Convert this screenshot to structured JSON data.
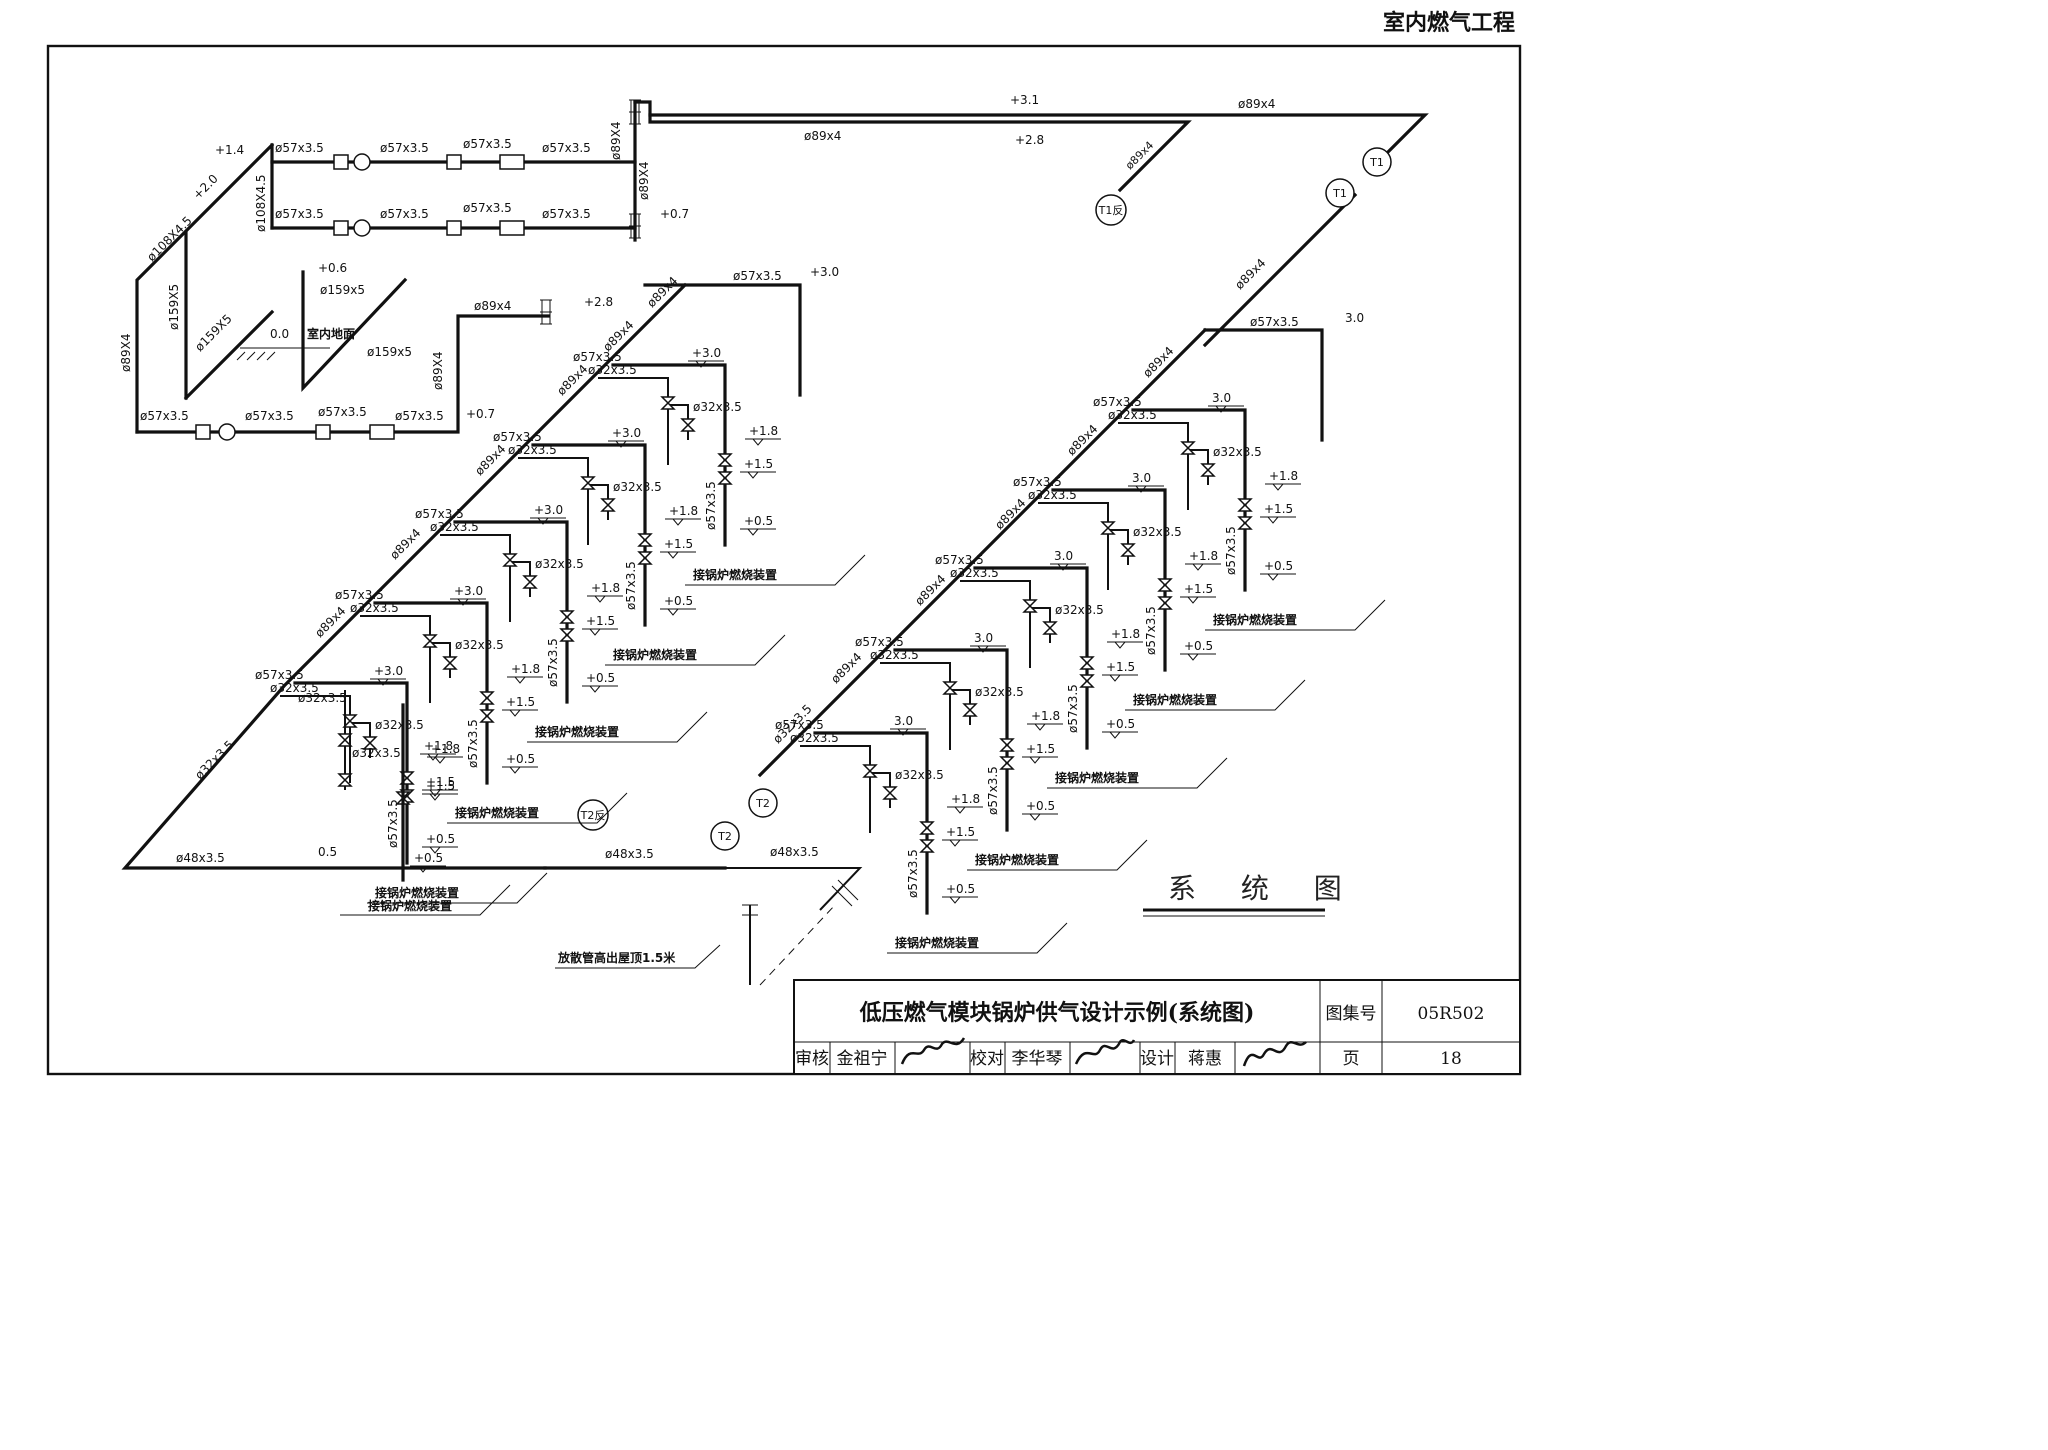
{
  "header": {
    "category": "室内燃气工程"
  },
  "diagram_title": "系  统  图",
  "title_block": {
    "drawing_name": "低压燃气模块锅炉供气设计示例(系统图)",
    "atlas_no_label": "图集号",
    "atlas_no": "05R502",
    "review_label": "审核",
    "reviewer": "金祖宁",
    "check_label": "校对",
    "checker": "李华琴",
    "design_label": "设计",
    "designer": "蒋惠",
    "page_label": "页",
    "page": "18"
  },
  "notes": {
    "indoor_ground": "室内地面",
    "vent_note": "放散管高出屋顶1.5米",
    "burner": "接锅炉燃烧装置"
  },
  "markers": {
    "t1": "T1",
    "t1_rev": "T1反",
    "t2": "T2",
    "t2_rev": "T2反"
  },
  "labels": {
    "d57": "ø57x3.5",
    "d32": "ø32x3.5",
    "d89": "ø89x4",
    "d89u": "ø89X4",
    "d48": "ø48x3.5",
    "d108": "ø108X4.5",
    "d159": "ø159X5",
    "d159b": "ø159x5",
    "e_p14": "+1.4",
    "e_p20": "+2.0",
    "e_p07": "+0.7",
    "e_p06": "+0.6",
    "e_00": "0.0",
    "e_p31": "+3.1",
    "e_p28": "+2.8",
    "e_p30": "+3.0",
    "e_30": "3.0",
    "e_p18": "+1.8",
    "e_p15": "+1.5",
    "e_p05": "+0.5",
    "e_05": "0.5"
  }
}
